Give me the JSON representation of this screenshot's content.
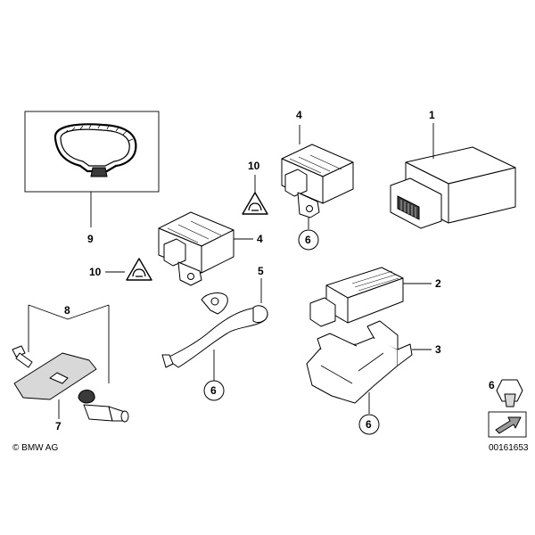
{
  "labels": {
    "p1": "1",
    "p2": "2",
    "p3": "3",
    "p4_top": "4",
    "p4_mid": "4",
    "p5": "5",
    "p6_top": "6",
    "p6_bracket": "6",
    "p6_holder": "6",
    "p6_legend": "6",
    "p7": "7",
    "p8": "8",
    "p9": "9",
    "p10_top": "10",
    "p10_mid": "10"
  },
  "footer": {
    "copyright": "© BMW AG",
    "document_id": "00161653"
  },
  "icons": {
    "warning_triangle": "tire-pressure-warning-triangle-icon",
    "nut": "nut-icon",
    "arrow": "direction-arrow-icon"
  }
}
